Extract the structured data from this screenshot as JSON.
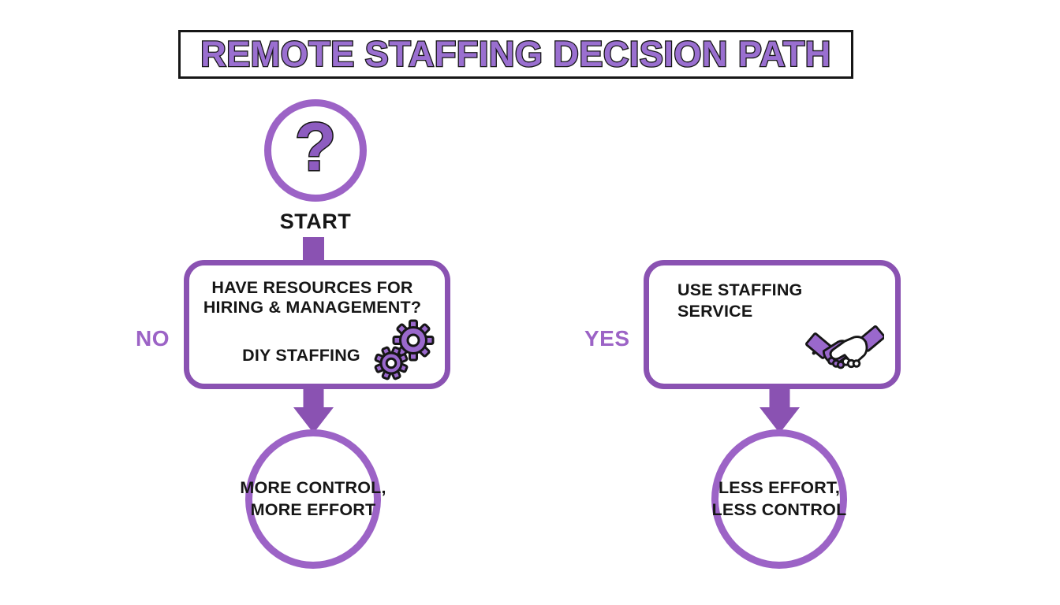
{
  "colors": {
    "purple": "#8a52b2",
    "purple_label": "#9c63c6",
    "title_fill": "#9a6fd0",
    "icon_purple": "#9a68cc",
    "qmark_fill": "#8d5cc0",
    "text_dark": "#161616"
  },
  "title": "REMOTE STAFFING DECISION PATH",
  "start": {
    "icon_glyph": "?",
    "label": "START"
  },
  "branch_labels": {
    "no": "NO",
    "yes": "YES"
  },
  "nodes": {
    "diy": {
      "question_line1": "HAVE RESOURCES FOR",
      "question_line2": "HIRING & MANAGEMENT?",
      "answer": "DIY STAFFING",
      "icon": "gears-icon"
    },
    "service": {
      "line1": "USE STAFFING",
      "line2": "SERVICE",
      "icon": "handshake-icon"
    }
  },
  "outcomes": {
    "diy": {
      "line1": "MORE CONTROL,",
      "line2": "MORE EFFORT"
    },
    "service": {
      "line1": "LESS EFFORT,",
      "line2": "LESS CONTROL"
    }
  }
}
